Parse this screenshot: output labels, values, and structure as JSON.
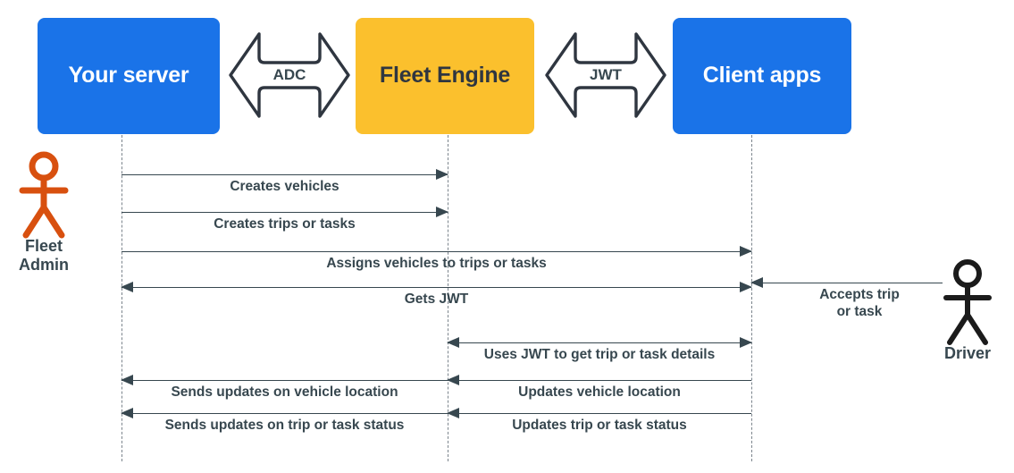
{
  "diagram": {
    "title": "Fleet Engine sequence diagram",
    "colors": {
      "blue": "#1a73e8",
      "yellow": "#fbc02d",
      "dark": "#37474f",
      "orange": "#d8500f",
      "black": "#1b1b1b",
      "lifeline": "#7b848c"
    }
  },
  "participants": [
    {
      "id": "your-server",
      "label": "Your server",
      "style": "blue"
    },
    {
      "id": "fleet-engine",
      "label": "Fleet Engine",
      "style": "yellow"
    },
    {
      "id": "client-apps",
      "label": "Client apps",
      "style": "blue"
    }
  ],
  "connectors": [
    {
      "id": "adc",
      "label": "ADC",
      "from": "your-server",
      "to": "fleet-engine",
      "bidirectional": true
    },
    {
      "id": "jwt",
      "label": "JWT",
      "from": "fleet-engine",
      "to": "client-apps",
      "bidirectional": true
    }
  ],
  "actors": [
    {
      "id": "fleet-admin",
      "label": "Fleet\nAdmin",
      "line1": "Fleet",
      "line2": "Admin",
      "color": "#d8500f"
    },
    {
      "id": "driver",
      "label": "Driver",
      "line1": "Driver",
      "line2": "",
      "color": "#1b1b1b"
    }
  ],
  "messages": [
    {
      "id": "creates-vehicles",
      "label": "Creates vehicles",
      "from": "your-server",
      "to": "fleet-engine",
      "direction": "right"
    },
    {
      "id": "creates-trips",
      "label": "Creates trips or tasks",
      "from": "your-server",
      "to": "fleet-engine",
      "direction": "right"
    },
    {
      "id": "assigns-vehicles",
      "label": "Assigns vehicles to trips or tasks",
      "from": "your-server",
      "to": "client-apps",
      "direction": "right"
    },
    {
      "id": "gets-jwt",
      "label": "Gets JWT",
      "from": "your-server",
      "to": "client-apps",
      "direction": "both"
    },
    {
      "id": "accepts-trip",
      "label": "Accepts trip\nor task",
      "line1": "Accepts trip",
      "line2": "or task",
      "from": "driver",
      "to": "client-apps",
      "direction": "left"
    },
    {
      "id": "uses-jwt-details",
      "label": "Uses JWT to get trip or task details",
      "from": "fleet-engine",
      "to": "client-apps",
      "direction": "both"
    },
    {
      "id": "sends-vehicle-location",
      "label": "Sends updates on vehicle location",
      "from": "fleet-engine",
      "to": "your-server",
      "direction": "left"
    },
    {
      "id": "updates-vehicle-location",
      "label": "Updates vehicle location",
      "from": "client-apps",
      "to": "fleet-engine",
      "direction": "left"
    },
    {
      "id": "sends-trip-status",
      "label": "Sends updates on trip or task status",
      "from": "fleet-engine",
      "to": "your-server",
      "direction": "left"
    },
    {
      "id": "updates-trip-status",
      "label": "Updates trip or task status",
      "from": "client-apps",
      "to": "fleet-engine",
      "direction": "left"
    }
  ]
}
